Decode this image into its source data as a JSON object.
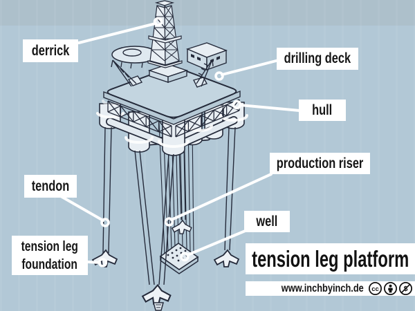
{
  "title": "tension leg platform",
  "labels": {
    "derrick": "derrick",
    "drilling_deck": "drilling deck",
    "hull": "hull",
    "production_riser": "production riser",
    "well": "well",
    "tendon": "tendon",
    "tension_leg_foundation": [
      "tension leg",
      "foundation"
    ]
  },
  "footer": {
    "website": "www.inchbyinch.de",
    "license": {
      "icons": [
        "cc-icon",
        "attribution-icon",
        "nc-icon"
      ]
    }
  },
  "colors": {
    "background": "#b2c8d6",
    "top_band": "#adc0cb",
    "label_background": "#ffffff",
    "text": "#161616",
    "line_art": "#242a3a",
    "leader_line": "#ffffff",
    "column_fill": "#e8eef3",
    "deck_fill": "#c3d5e0"
  }
}
